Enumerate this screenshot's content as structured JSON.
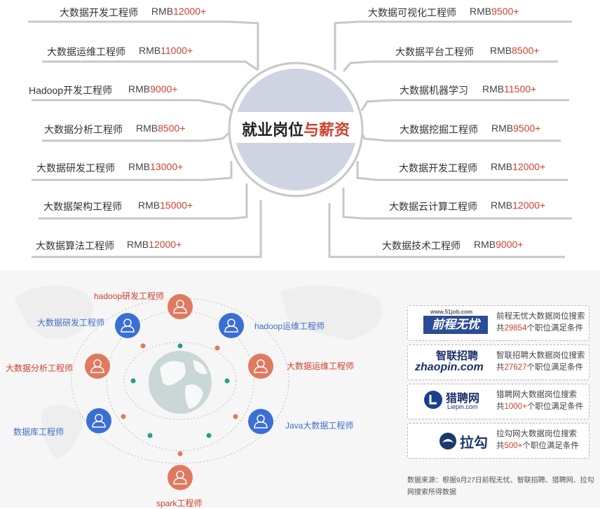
{
  "center": {
    "title_a": "就业岗位",
    "title_b": "与薪资"
  },
  "left_jobs": [
    {
      "title": "大数据开发工程师",
      "prefix": "RMB",
      "amount": "12000+"
    },
    {
      "title": "大数据运维工程师",
      "prefix": "RMB",
      "amount": "11000+"
    },
    {
      "title": "Hadoop开发工程师",
      "prefix": "RMB",
      "amount": "9000+"
    },
    {
      "title": "大数据分析工程师",
      "prefix": "RMB",
      "amount": "8500+"
    },
    {
      "title": "大数据研发工程师",
      "prefix": "RMB",
      "amount": "13000+"
    },
    {
      "title": "大数据架构工程师",
      "prefix": "RMB",
      "amount": "15000+"
    },
    {
      "title": "大数据算法工程师",
      "prefix": "RMB",
      "amount": "12000+"
    }
  ],
  "right_jobs": [
    {
      "title": "大数据可视化工程师",
      "prefix": "RMB",
      "amount": "9500+"
    },
    {
      "title": "大数据平台工程师",
      "prefix": "RMB",
      "amount": "8500+"
    },
    {
      "title": "大数据机器学习",
      "prefix": "RMB",
      "amount": "11500+"
    },
    {
      "title": "大数据挖掘工程师",
      "prefix": "RMB",
      "amount": "9500+"
    },
    {
      "title": "大数据开发工程师",
      "prefix": "RMB",
      "amount": "12000+"
    },
    {
      "title": "大数据云计算工程师",
      "prefix": "RMB",
      "amount": "12000+"
    },
    {
      "title": "大数据技术工程师",
      "prefix": "RMB",
      "amount": "9000+"
    }
  ],
  "ring_nodes": [
    "hadoop研发工程师",
    "hadoop运维工程师",
    "大数据运维工程师",
    "Java大数据工程师",
    "spark工程师",
    "数据库工程师",
    "大数据分析工程师",
    "大数据研发工程师"
  ],
  "sites": [
    {
      "logo_url": "www.51job.com",
      "logo_text": "前程无忧",
      "line1": "前程无忧大数据岗位搜索",
      "pre": "共",
      "count": "29854",
      "post": "个职位满足条件"
    },
    {
      "logo_cn": "智联招聘",
      "logo_en": "zhaopin.com",
      "line1": "智联招聘大数据岗位搜索",
      "pre": "共",
      "count": "27627",
      "post": "个职位满足条件"
    },
    {
      "logo_cn": "猎聘网",
      "logo_en": "Liepin.com",
      "line1": "猎聘网大数据岗位搜索",
      "pre": "共",
      "count": "1000+",
      "post": "个职位满足条件"
    },
    {
      "logo_text": "拉勾",
      "line1": "拉勾网大数据岗位搜索",
      "pre": "共",
      "count": "500+",
      "post": "个职位满足条件"
    }
  ],
  "source_note": "数据来源：根据9月27日前程无忧、智联招聘、猎聘网、拉勾网搜索所得数据",
  "colors": {
    "accent_red": "#d0402c",
    "node_orange": "#e0795f",
    "node_blue": "#3b6fd6"
  }
}
